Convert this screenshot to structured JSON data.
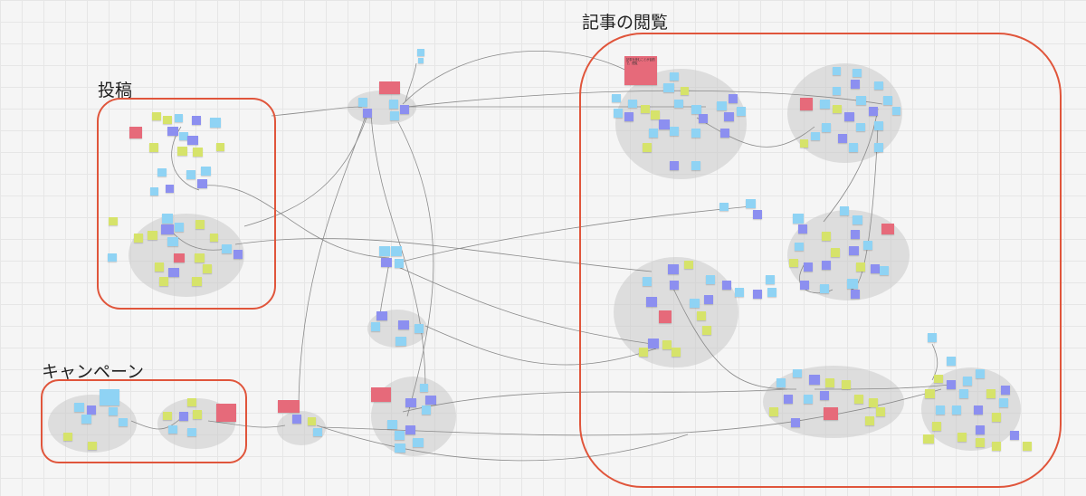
{
  "frames": [
    {
      "id": "post",
      "title": "投稿"
    },
    {
      "id": "campaign",
      "title": "キャンペーン"
    },
    {
      "id": "article",
      "title": "記事の閲覧"
    }
  ],
  "colors": {
    "frame_border": "#e0553b",
    "note_blue": "#8fd3f4",
    "note_purple": "#8c8ff0",
    "note_lime": "#d6e36a",
    "note_red": "#e66a7a",
    "cluster_fill": "#cfcfcf",
    "connector": "#8a8a8a",
    "background": "#f5f5f5"
  },
  "red_notes": {
    "article_main": "記事を読むことが目的で、閲覧",
    "campaign_a": "",
    "campaign_b": "",
    "post_a": "",
    "post_b": "",
    "center_a": "",
    "center_b": "",
    "center_c": "",
    "center_d": "",
    "article_b": "",
    "article_c": "",
    "article_d": "",
    "article_e": "",
    "article_f": ""
  }
}
